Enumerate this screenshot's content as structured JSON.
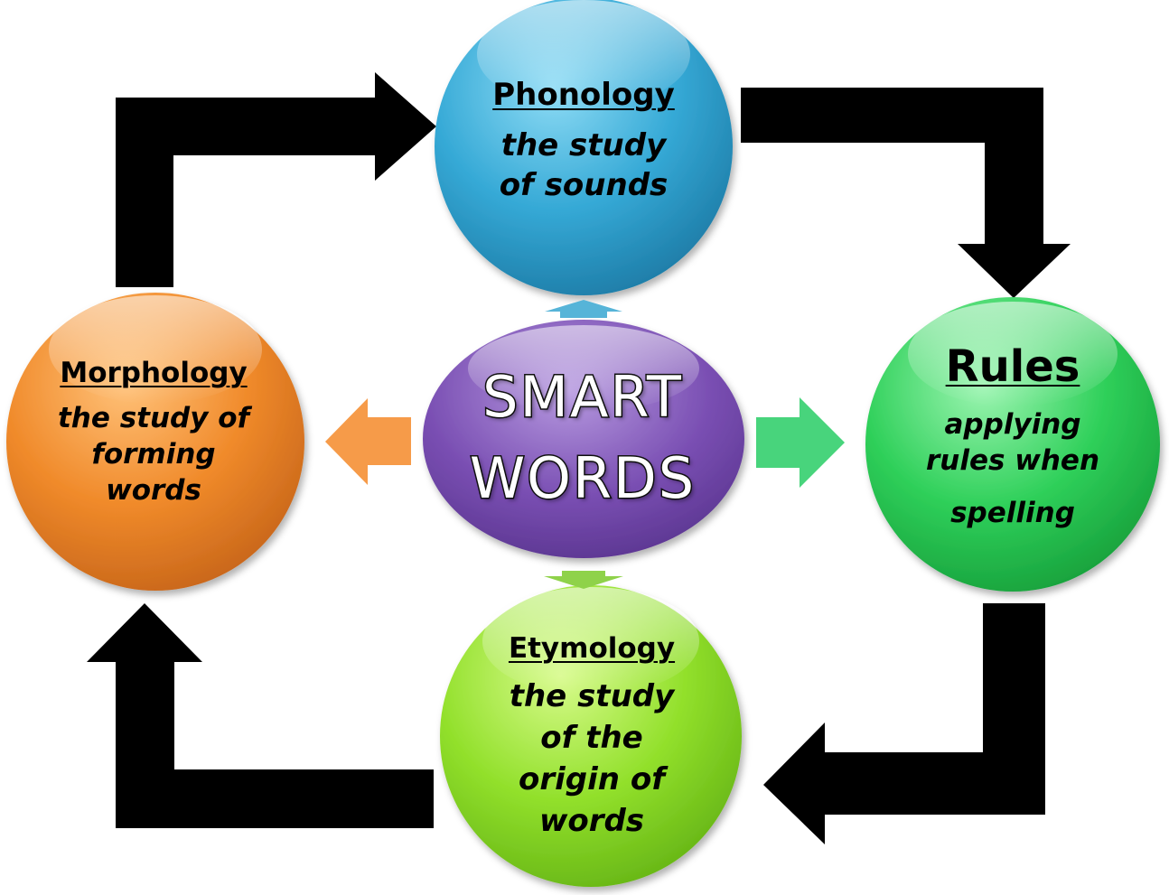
{
  "center": {
    "line1": "SMART",
    "line2": "WORDS",
    "color": "#7a4fb3"
  },
  "nodes": {
    "phonology": {
      "title": "Phonology",
      "desc": [
        "the study",
        "of sounds"
      ],
      "color": "#35a9d6"
    },
    "rules": {
      "title": "Rules",
      "desc": [
        "applying",
        "rules when",
        "spelling"
      ],
      "color": "#2fd05a"
    },
    "etymology": {
      "title": "Etymology",
      "desc": [
        "the study",
        "of the",
        "origin of",
        "words"
      ],
      "color": "#92e02b"
    },
    "morphology": {
      "title": "Morphology",
      "desc": [
        "the study of",
        "forming",
        "words"
      ],
      "color": "#f08a2a"
    }
  },
  "colors": {
    "cycle_arrow": "#000000",
    "small_arrow_left": "#f5963f",
    "small_arrow_right": "#3ed275",
    "small_arrow_top": "#56b4d8",
    "small_arrow_bottom": "#8fd24a"
  }
}
